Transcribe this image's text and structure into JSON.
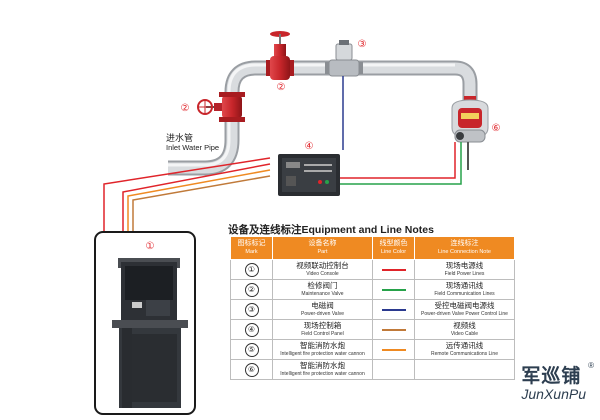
{
  "callouts": {
    "valve_left": "②",
    "valve_top": "②",
    "power_valve": "③",
    "control_box": "④",
    "cannon": "⑥",
    "console": "①"
  },
  "pipe_label": {
    "cn": "进水管",
    "en": "Inlet Water Pipe"
  },
  "legend": {
    "title": "设备及连线标注Equipment and Line Notes",
    "headers": [
      {
        "cn": "图标标记",
        "en": "Mark"
      },
      {
        "cn": "设备名称",
        "en": "Part"
      },
      {
        "cn": "线型颜色",
        "en": "Line Color"
      },
      {
        "cn": "连线标注",
        "en": "Line Connection Note"
      }
    ],
    "rows": [
      {
        "mark": "①",
        "part_cn": "视频联动控制台",
        "part_en": "Video Console",
        "color": "#e0242a",
        "note_cn": "现场电源线",
        "note_en": "Field Power Lines"
      },
      {
        "mark": "②",
        "part_cn": "检修阀门",
        "part_en": "Maintenance Valve",
        "color": "#27a24a",
        "note_cn": "现场通讯线",
        "note_en": "Field Communication Lines"
      },
      {
        "mark": "③",
        "part_cn": "电磁阀",
        "part_en": "Power-driven Valve",
        "color": "#2b3a8f",
        "note_cn": "受控电磁阀电源线",
        "note_en": "Power-driven Valve Power Control Line"
      },
      {
        "mark": "④",
        "part_cn": "现场控制箱",
        "part_en": "Field Control Panel",
        "color": "#c07a3a",
        "note_cn": "视频线",
        "note_en": "Video Cable"
      },
      {
        "mark": "⑤",
        "part_cn": "智能消防水炮",
        "part_en": "Intelligent fire protection water cannon",
        "color": "#ef8a22",
        "note_cn": "远传通讯线",
        "note_en": "Remote Communications Line"
      },
      {
        "mark": "⑥",
        "part_cn": "智能消防水炮",
        "part_en": "Intelligent fire protection water cannon",
        "color": "",
        "note_cn": "",
        "note_en": ""
      }
    ]
  },
  "brand": {
    "cn": "军巡铺",
    "en": "JunXunPu",
    "reg": "®"
  },
  "colors": {
    "pipe": "#c9ccd0",
    "valve": "#c8262b",
    "wire_red": "#e0242a",
    "wire_green": "#27a24a",
    "wire_blue": "#2b3a8f",
    "wire_brown": "#c07a3a",
    "wire_orange": "#ef8a22",
    "header": "#ef8a22"
  }
}
